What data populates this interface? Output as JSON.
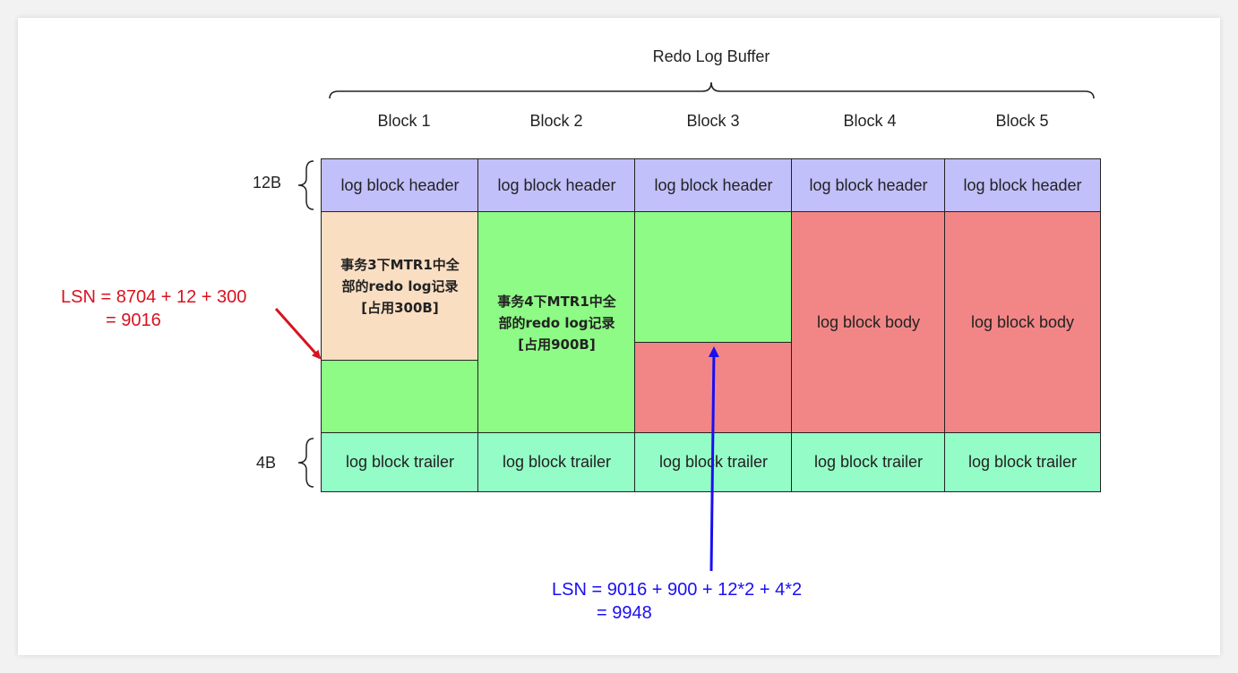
{
  "title": "Redo Log Buffer",
  "blocks": [
    "Block 1",
    "Block 2",
    "Block 3",
    "Block 4",
    "Block 5"
  ],
  "sizes": {
    "header": "12B",
    "trailer": "4B"
  },
  "header_label": "log block header",
  "trailer_label": "log block trailer",
  "body_label": "log block body",
  "mtr_tx3": {
    "line1": "事务3下MTR1中全",
    "line2": "部的redo log记录",
    "line3": "[占用300B]"
  },
  "mtr_tx4": {
    "line1": "事务4下MTR1中全",
    "line2": "部的redo log记录",
    "line3": "[占用900B]"
  },
  "lsn_red": {
    "line1": "LSN = 8704 + 12 + 300",
    "line2": "= 9016"
  },
  "lsn_blue": {
    "line1": "LSN = 9016 + 900 + 12*2 + 4*2",
    "line2": "= 9948"
  },
  "colors": {
    "header": "#c2c0fb",
    "trailer": "#94fcc6",
    "green": "#8dfb85",
    "peach": "#fadec2",
    "red": "#f28686",
    "lsn_red": "#d71320",
    "lsn_blue": "#1a0ff2"
  }
}
